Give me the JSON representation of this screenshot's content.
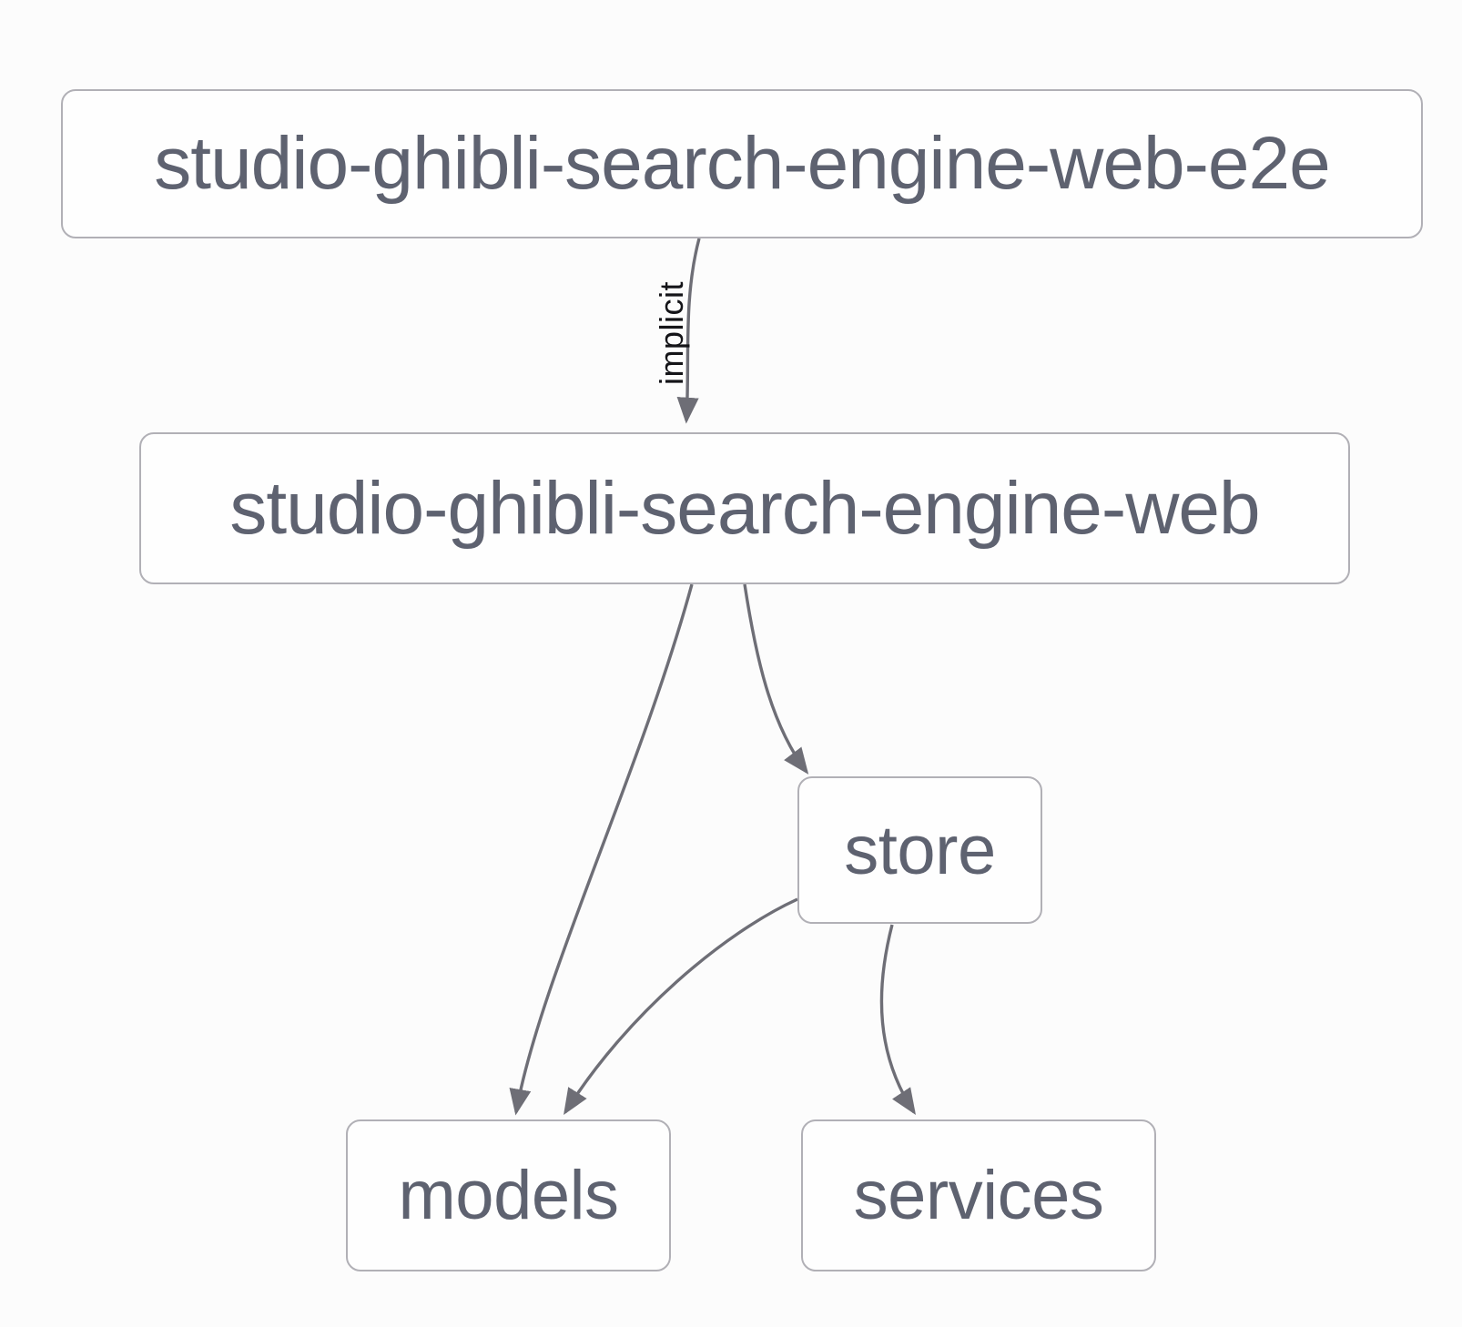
{
  "diagram": {
    "kind": "project-dependency-graph",
    "nodes": [
      {
        "id": "studio-ghibli-search-engine-web-e2e",
        "label": "studio-ghibli-search-engine-web-e2e"
      },
      {
        "id": "studio-ghibli-search-engine-web",
        "label": "studio-ghibli-search-engine-web"
      },
      {
        "id": "store",
        "label": "store"
      },
      {
        "id": "models",
        "label": "models"
      },
      {
        "id": "services",
        "label": "services"
      }
    ],
    "edges": [
      {
        "from": "studio-ghibli-search-engine-web-e2e",
        "to": "studio-ghibli-search-engine-web",
        "label": "implicit"
      },
      {
        "from": "studio-ghibli-search-engine-web",
        "to": "models",
        "label": ""
      },
      {
        "from": "studio-ghibli-search-engine-web",
        "to": "store",
        "label": ""
      },
      {
        "from": "store",
        "to": "models",
        "label": ""
      },
      {
        "from": "store",
        "to": "services",
        "label": ""
      }
    ],
    "colors": {
      "background": "#fcfcfc",
      "node_fill": "#fefefe",
      "node_border": "#b1b0b6",
      "node_text": "#5e6270",
      "edge_stroke": "#6e6e76",
      "edge_label_text": "#141418"
    }
  }
}
